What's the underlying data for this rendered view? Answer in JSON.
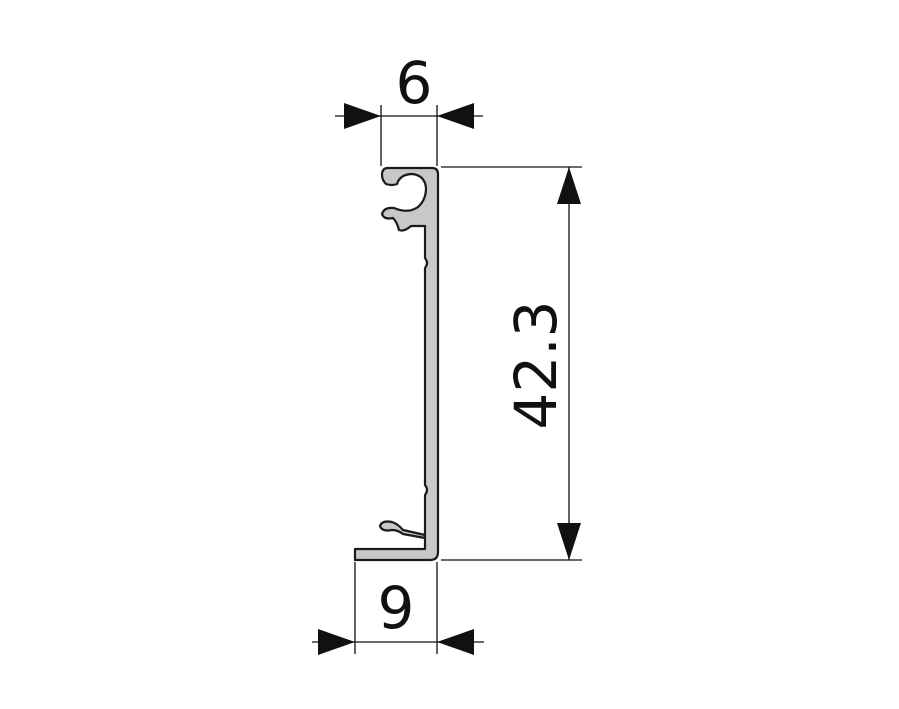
{
  "dimensions": {
    "top_width": "6",
    "height": "42.3",
    "bottom_width": "9"
  },
  "colors": {
    "line": "#111111",
    "profile_fill": "#c8c8c8",
    "profile_stroke": "#1a1a1a",
    "background": "#ffffff"
  }
}
